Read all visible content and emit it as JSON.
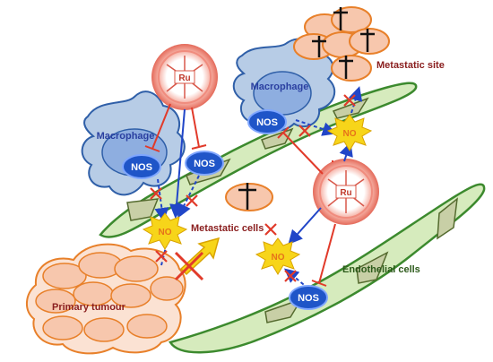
{
  "labels": {
    "macrophage_left": "Macrophage",
    "macrophage_right": "Macrophage",
    "metastatic_site": "Metastatic site",
    "metastatic_cells": "Metastatic cells",
    "endothelial_cells": "Endothelial cells",
    "primary_tumour": "Primary tumour"
  },
  "enzymes": {
    "nos_left": "NOS",
    "nos_center": "NOS",
    "nos_right": "NOS",
    "nos_bottom": "NOS"
  },
  "molecules": {
    "no_left": "NO",
    "no_top": "NO",
    "no_bottom": "NO"
  },
  "drugs": {
    "ru_top": "Ru",
    "ru_right": "Ru"
  },
  "colors": {
    "macrophage_fill": "#b7cce6",
    "macrophage_stroke": "#2f5fa8",
    "vessel_fill": "#d6ebbd",
    "vessel_stroke": "#3c8a2e",
    "tumour_fill": "#f7c7ad",
    "tumour_stroke": "#e8802a",
    "nos_fill": "#1f55c8",
    "no_burst": "#f7d51a",
    "inhibit_red": "#e13a2a",
    "activate_blue": "#2146c8",
    "label_red": "#8a1e1e",
    "label_blue": "#2a3fa0",
    "label_green": "#2c5a1a"
  }
}
